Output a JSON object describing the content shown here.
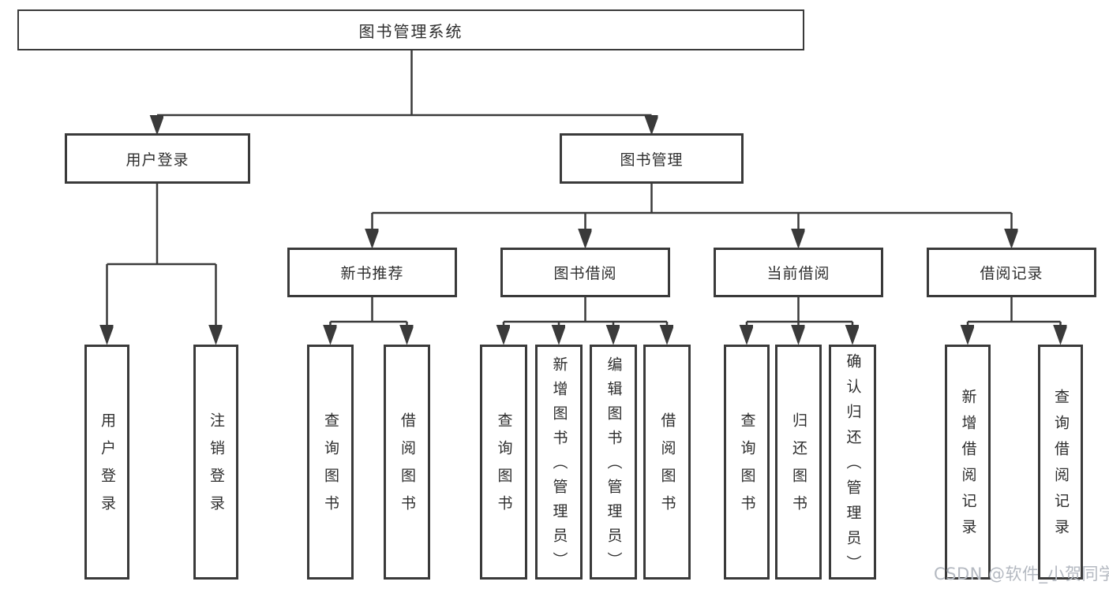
{
  "colors": {
    "line": "#3a3a3a",
    "text": "#2e2e2e",
    "watermark": "#b4b9c1"
  },
  "diagram": {
    "root": {
      "label": "图书管理系统"
    },
    "branches": [
      {
        "label": "用户登录",
        "children": [
          {
            "label": "用户登录"
          },
          {
            "label": "注销登录"
          }
        ]
      },
      {
        "label": "图书管理",
        "sections": [
          {
            "label": "新书推荐",
            "children": [
              {
                "label": "查询图书"
              },
              {
                "label": "借阅图书"
              }
            ]
          },
          {
            "label": "图书借阅",
            "children": [
              {
                "label": "查询图书"
              },
              {
                "label": "新增图书（管理员）"
              },
              {
                "label": "编辑图书（管理员）"
              },
              {
                "label": "借阅图书"
              }
            ]
          },
          {
            "label": "当前借阅",
            "children": [
              {
                "label": "查询图书"
              },
              {
                "label": "归还图书"
              },
              {
                "label": "确认归还（管理员）"
              }
            ]
          },
          {
            "label": "借阅记录",
            "children": [
              {
                "label": "新增借阅记录"
              },
              {
                "label": "查询借阅记录"
              }
            ]
          }
        ]
      }
    ]
  },
  "watermark": {
    "text": "CSDN @软件_小贺同学"
  }
}
